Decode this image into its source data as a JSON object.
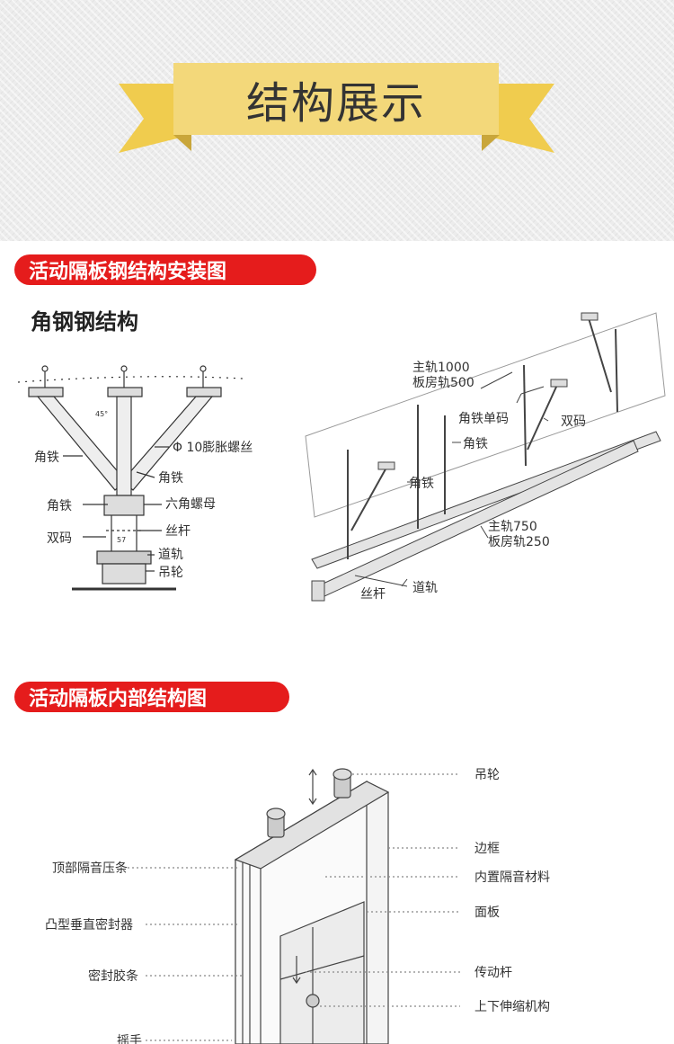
{
  "banner": {
    "title": "结构展示"
  },
  "section1": {
    "heading": "活动隔板钢结构安装图",
    "subheading": "角钢钢结构",
    "left_diagram": {
      "angle_mark": "45°",
      "dim_mark": "57",
      "labels": {
        "angle_iron_1": "角铁",
        "expansion_bolt": "Φ 10膨胀螺丝",
        "angle_iron_2": "角铁",
        "angle_iron_3": "角铁",
        "hex_nut": "六角螺母",
        "threaded_rod": "丝杆",
        "double_clamp": "双码",
        "track": "道轨",
        "hanging_wheel": "吊轮"
      }
    },
    "right_diagram": {
      "labels": {
        "main_rail_top_1": "主轨1000",
        "main_rail_top_2": "板房轨500",
        "single_clamp": "角铁单码",
        "double_clamp": "双码",
        "angle_iron_a": "角铁",
        "angle_iron_b": "角铁",
        "main_rail_bottom_1": "主轨750",
        "main_rail_bottom_2": "板房轨250",
        "threaded_rod": "丝杆",
        "track": "道轨"
      }
    }
  },
  "section2": {
    "heading": "活动隔板内部结构图",
    "labels": {
      "hanging_wheel": "吊轮",
      "frame": "边框",
      "top_seal": "顶部隔音压条",
      "inner_material": "内置隔音材料",
      "convex_seal": "凸型垂直密封器",
      "panel": "面板",
      "seal_strip": "密封胶条",
      "drive_rod": "传动杆",
      "telescopic": "上下伸缩机构",
      "handle": "摇手"
    }
  }
}
